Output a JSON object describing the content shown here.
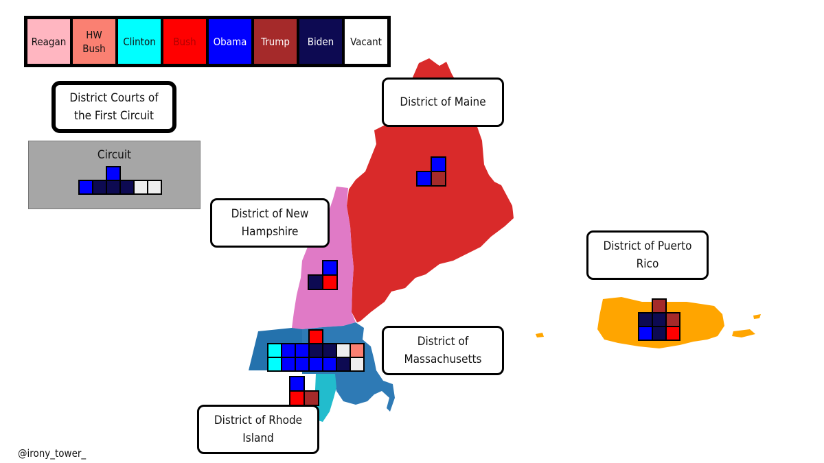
{
  "legend": [
    {
      "label": "Reagan",
      "color": "#ffb6c1",
      "text_color": "#111111"
    },
    {
      "label": "HW Bush",
      "color": "#fa8072",
      "text_color": "#111111"
    },
    {
      "label": "Clinton",
      "color": "#00ffff",
      "text_color": "#111111"
    },
    {
      "label": "Bush",
      "color": "#ff0000",
      "text_color": "#b00000"
    },
    {
      "label": "Obama",
      "color": "#0000ff",
      "text_color": "#ffffff"
    },
    {
      "label": "Trump",
      "color": "#a52a2a",
      "text_color": "#ffffff"
    },
    {
      "label": "Biden",
      "color": "#0d0a52",
      "text_color": "#ffffff"
    },
    {
      "label": "Vacant",
      "color": "#ffffff",
      "text_color": "#111111"
    }
  ],
  "title": "District Courts of the First Circuit",
  "circuit": {
    "label": "Circuit",
    "rows": [
      [
        "",
        "",
        "Obama",
        "",
        "",
        ""
      ],
      [
        "Obama",
        "Biden",
        "Biden",
        "Biden",
        "Vacant",
        "Vacant"
      ]
    ]
  },
  "districts": {
    "maine": {
      "label": "District of Maine",
      "rows": [
        [
          "",
          "Obama"
        ],
        [
          "Obama",
          "Trump"
        ]
      ]
    },
    "new_hampshire": {
      "label": "District of New Hampshire",
      "rows": [
        [
          "",
          "Obama"
        ],
        [
          "Biden",
          "Bush"
        ]
      ]
    },
    "massachusetts": {
      "label": "District of Massachusetts",
      "rows": [
        [
          "",
          "",
          "",
          "Bush",
          "",
          "",
          ""
        ],
        [
          "Clinton",
          "Obama",
          "Obama",
          "Biden",
          "Biden",
          "Vacant",
          "HW Bush"
        ],
        [
          "Clinton",
          "Obama",
          "Obama",
          "Obama",
          "Obama",
          "Biden",
          "Vacant"
        ]
      ]
    },
    "rhode_island": {
      "label": "District of Rhode Island",
      "rows": [
        [
          "Obama",
          ""
        ],
        [
          "Bush",
          "Trump"
        ]
      ]
    },
    "puerto_rico": {
      "label": "District of Puerto Rico",
      "rows": [
        [
          "",
          "Trump",
          ""
        ],
        [
          "Biden",
          "Biden",
          "Trump"
        ],
        [
          "Obama",
          "Biden",
          "Bush"
        ]
      ]
    }
  },
  "map_colors": {
    "maine": "#d92a2a",
    "new_hampshire": "#e07ac6",
    "vermont": "#2472ad",
    "massachusetts": "#2e7ab5",
    "rhode_island": "#22bccd",
    "puerto_rico": "#ffa500"
  },
  "credit": "@irony_tower_"
}
